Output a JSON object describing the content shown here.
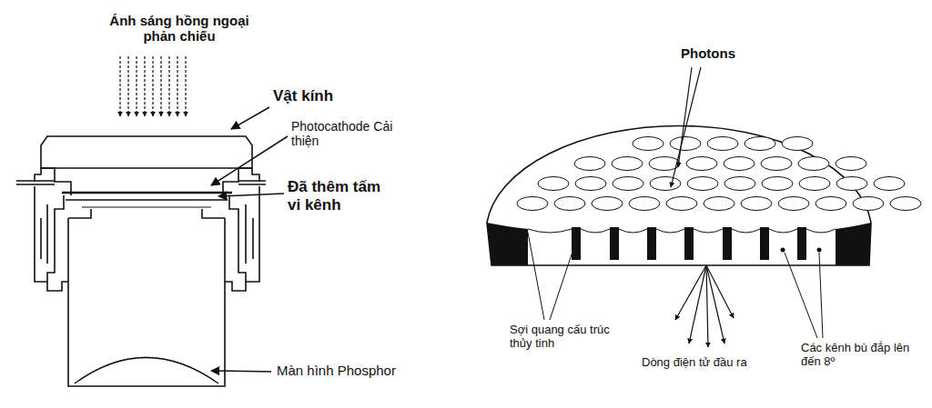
{
  "diagram": {
    "labels": [
      "Ánh sáng hồng ngoại phản chiếu",
      "Vật kính",
      "Photocathode Cải thiện",
      "Đã thêm tấm vi kênh",
      "Màn hình Phosphor",
      "Photons",
      "Sợi quang cấu trúc thủy tinh",
      "Dòng điện tử đầu ra",
      "Các kênh bù đắp lên đến 8º"
    ]
  }
}
